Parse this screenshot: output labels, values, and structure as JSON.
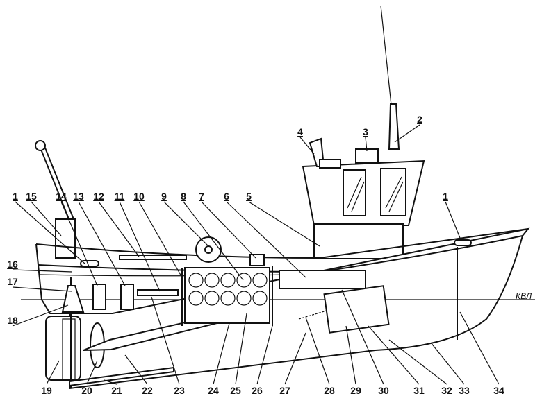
{
  "callouts": {
    "top": [
      "1",
      "15",
      "14",
      "13",
      "12",
      "11",
      "10",
      "9",
      "8",
      "7",
      "6",
      "5",
      "1"
    ],
    "superstructure": [
      "4",
      "3",
      "2"
    ],
    "left": [
      "16",
      "17",
      "18"
    ],
    "bottom": [
      "19",
      "20",
      "21",
      "22",
      "23",
      "24",
      "25",
      "26",
      "27",
      "28",
      "29",
      "30",
      "31",
      "32",
      "33",
      "34"
    ]
  },
  "waterline_label": "КВЛ"
}
